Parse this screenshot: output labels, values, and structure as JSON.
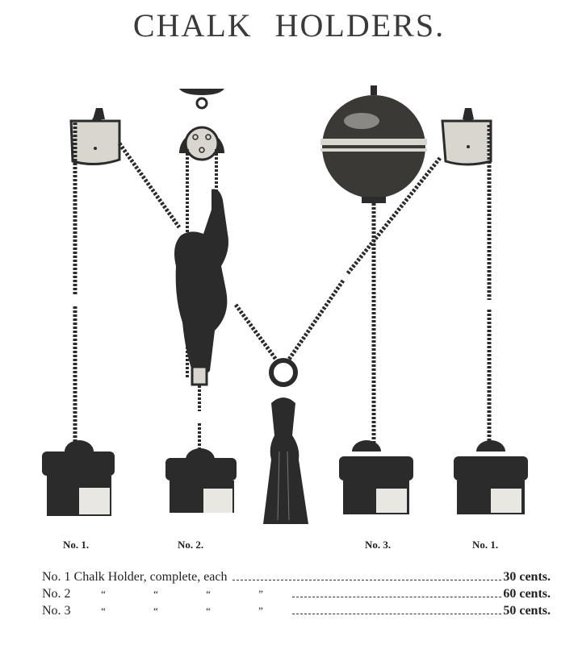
{
  "title": {
    "word1": "CHALK",
    "word2": "HOLDERS."
  },
  "illustration": {
    "description": "Engraving of four pulley chalk holders with ropes and counterweights",
    "items": [
      {
        "label": "No. 1.",
        "type": "block-pulley"
      },
      {
        "label": "No. 2.",
        "type": "wheel-pulley-with-monkey"
      },
      {
        "label": "No. 3.",
        "type": "ball-with-tassel"
      },
      {
        "label": "No. 1.",
        "type": "block-pulley"
      }
    ],
    "colors": {
      "ink": "#2b2b2b",
      "paper": "#ffffff",
      "light_gray": "#d9d6cf"
    }
  },
  "price_list": [
    {
      "name": "No. 1 Chalk Holder, complete, each",
      "dittos": [],
      "price": "30 cents."
    },
    {
      "name": "No. 2",
      "dittos": [
        "“",
        "“",
        "“",
        "”"
      ],
      "price": "60 cents."
    },
    {
      "name": "No. 3",
      "dittos": [
        "“",
        "“",
        "“",
        "”"
      ],
      "price": "50 cents."
    }
  ]
}
